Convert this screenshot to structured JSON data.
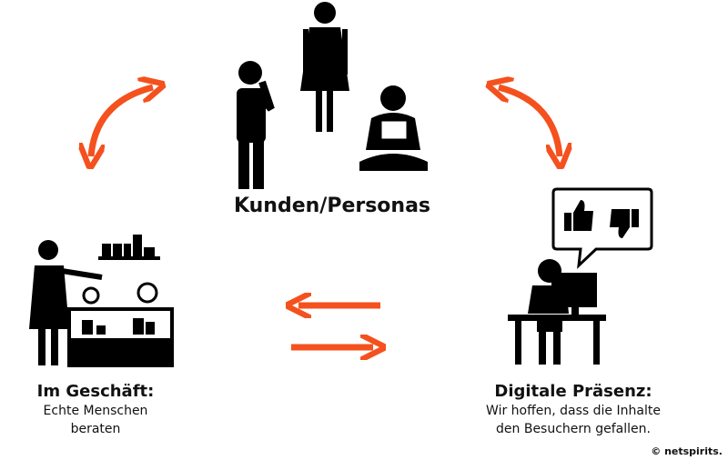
{
  "center": {
    "title": "Kunden/Personas"
  },
  "left": {
    "title": "Im Geschäft:",
    "line1": "Echte Menschen",
    "line2": "beraten"
  },
  "right": {
    "title": "Digitale Präsenz:",
    "line1": "Wir hoffen, dass die Inhalte",
    "line2": "den Besuchern gefallen."
  },
  "copyright": "© netspirits.",
  "colors": {
    "arrow": "#f4511e",
    "figure": "#000000"
  },
  "icons": [
    "person-thinking-icon",
    "woman-standing-icon",
    "person-laptop-icon",
    "shop-assistant-icon",
    "computer-user-icon",
    "thumbs-up-icon",
    "thumbs-down-icon"
  ]
}
